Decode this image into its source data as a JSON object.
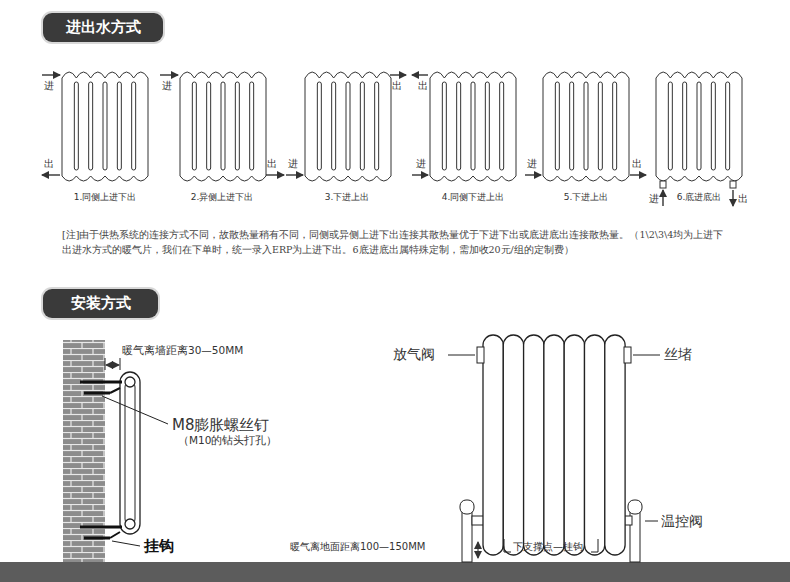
{
  "diagram": {
    "nodes": [
      {
        "text": [
          "进出水方式"
        ]
      },
      {
        "text": [
          "安装方式"
        ]
      }
    ],
    "labels": [
      "进",
      "出",
      "1.同侧上进下出",
      "进",
      "出",
      "2.异侧上进下出",
      "进",
      "出",
      "3.下进上出",
      "出",
      "进",
      "4.同侧下进上出",
      "进",
      "出",
      "5.下进上出",
      "进",
      "6.底进底出",
      "出",
      "[注]由于供热系统的连接方式不同，故散热量稍有不同，同侧或异侧上进下出连接其散热量优于下进下出或底进底出连接散热量。（1\\2\\3\\4均为上进下出进水方式的暖气片，我们在下单时，统一录入ERP为上进下出。6底进底出属特殊定制，需加收20元/组的定制费）",
      "暖气离墙距离30—50MM",
      "M8膨胀螺丝钉",
      "（M10的钻头打孔）",
      "挂钩",
      "放气阀",
      "丝堵",
      "温控阀",
      "暖气离地面距离100—150MM",
      "下支撑点—挂钩"
    ]
  }
}
